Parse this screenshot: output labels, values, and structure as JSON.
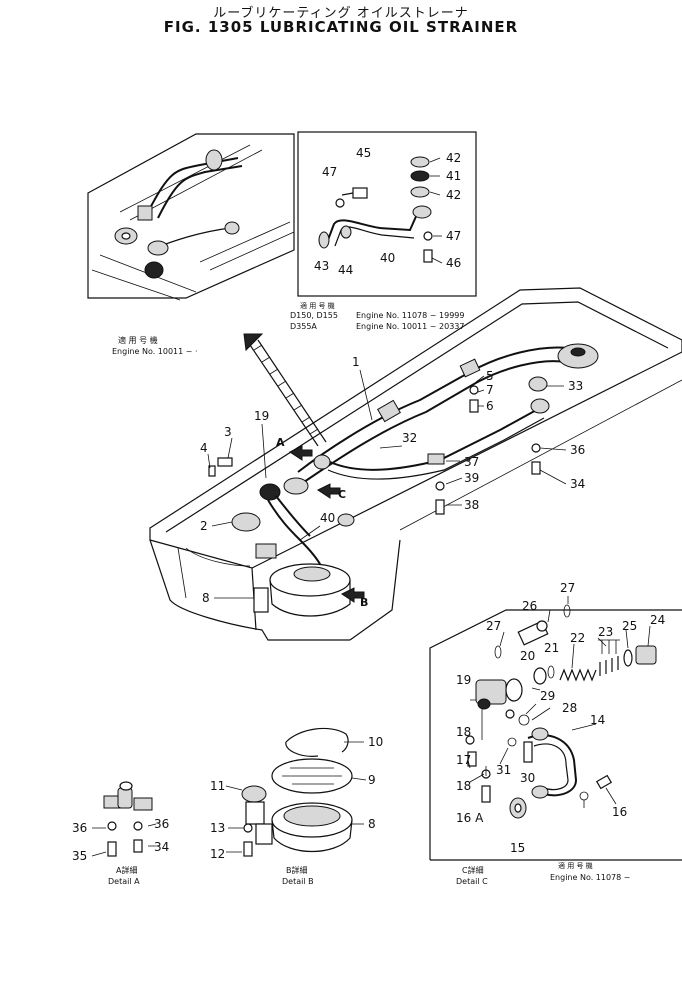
{
  "header": {
    "title_jp": "ルーブリケーティング オイルストレーナ",
    "title_en": "FIG. 1305  LUBRICATING OIL STRAINER"
  },
  "inset_top_left": {
    "applicability_jp": "適 用 号 機",
    "engine_range": "Engine No. 10011 ~ ·"
  },
  "inset_top_right": {
    "applicability_jp": "適 用 号 機",
    "models_1": "D150, D155",
    "models_2": "D355A",
    "engine_range_1": "Engine No. 11078 ~ 19999",
    "engine_range_2": "Engine No. 10011 ~ 20337",
    "callouts": [
      "45",
      "47",
      "43",
      "44",
      "40",
      "42",
      "41",
      "42",
      "47",
      "46"
    ]
  },
  "main": {
    "callouts": [
      "1",
      "5",
      "7",
      "6",
      "33",
      "32",
      "37",
      "39",
      "38",
      "36",
      "34",
      "19",
      "3",
      "4",
      "2",
      "40",
      "8"
    ],
    "view_arrows": [
      "A",
      "B",
      "C"
    ]
  },
  "detail_a": {
    "caption_jp": "A詳細",
    "caption_en": "Detail A",
    "callouts": [
      "36",
      "36",
      "35",
      "34"
    ]
  },
  "detail_b": {
    "caption_jp": "B詳細",
    "caption_en": "Detail B",
    "callouts": [
      "10",
      "9",
      "11",
      "8",
      "13",
      "12"
    ]
  },
  "detail_c": {
    "caption_jp": "C詳細",
    "caption_en": "Detail C",
    "applicability_jp": "適 用 号 機",
    "engine_range": "Engine No. 11078 ~",
    "callouts": [
      "27",
      "26",
      "27",
      "24",
      "25",
      "23",
      "22",
      "21",
      "20",
      "19",
      "29",
      "28",
      "14",
      "18",
      "17",
      "31",
      "30",
      "18",
      "16",
      "16 A",
      "15"
    ]
  }
}
